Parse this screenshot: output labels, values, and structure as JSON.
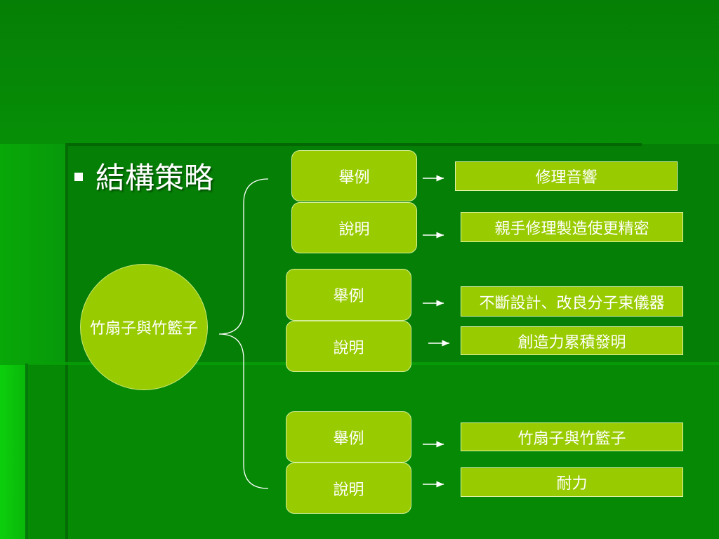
{
  "slide": {
    "title": "結構策略",
    "hub_label": "竹扇子與竹籃子",
    "groups": [
      {
        "example_label": "舉例",
        "example_result": "修理音響",
        "explain_label": "說明",
        "explain_result": "親手修理製造使更精密"
      },
      {
        "example_label": "舉例",
        "example_result": "不斷設計、改良分子束儀器",
        "explain_label": "說明",
        "explain_result": "創造力累積發明"
      },
      {
        "example_label": "舉例",
        "example_result": "竹扇子與竹籃子",
        "explain_label": "說明",
        "explain_result": "耐力"
      }
    ]
  },
  "colors": {
    "background": "#058a05",
    "node_fill": "#99cc00",
    "text": "#ffffff"
  }
}
